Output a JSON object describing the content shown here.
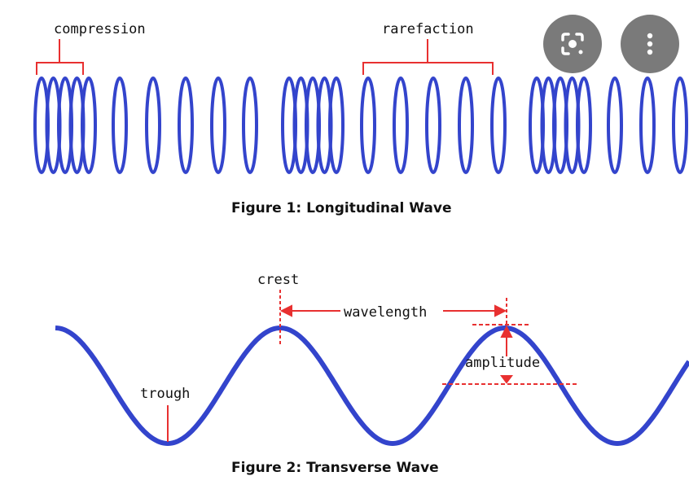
{
  "figure1": {
    "label_compression": "compression",
    "label_rarefaction": "rarefaction",
    "caption": "Figure 1: Longitudinal Wave"
  },
  "figure2": {
    "label_crest": "crest",
    "label_wavelength": "wavelength",
    "label_amplitude": "amplitude",
    "label_trough": "trough",
    "caption": "Figure 2: Transverse Wave"
  },
  "colors": {
    "wave": "#3344cc",
    "annotation": "#e83030",
    "button": "#7a7a7a"
  },
  "buttons": {
    "lens": "visual-search-icon",
    "more": "more-vertical-icon"
  }
}
